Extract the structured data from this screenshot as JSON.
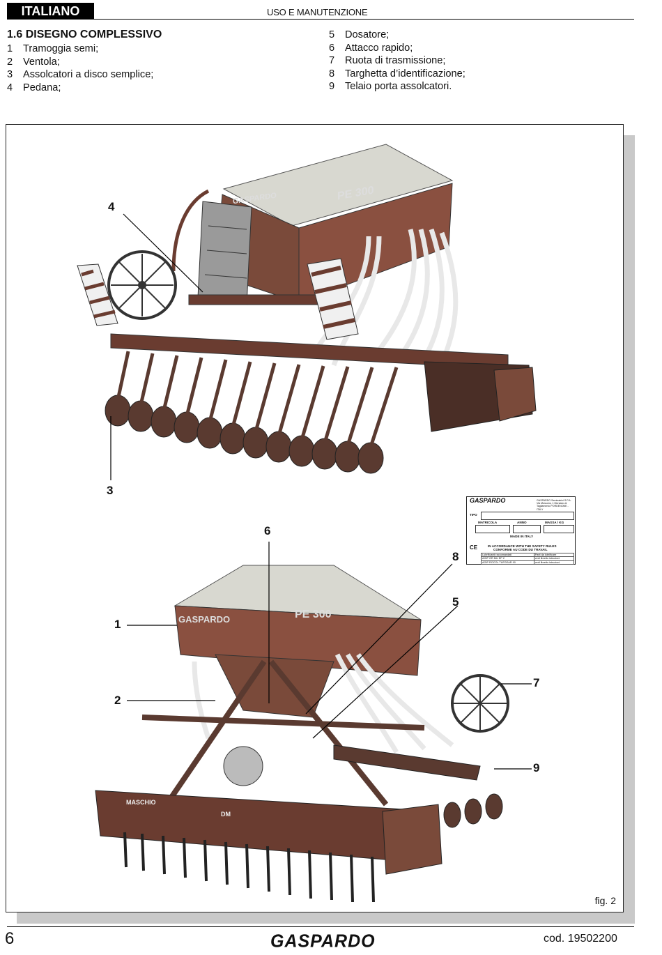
{
  "header": {
    "language_tab": "ITALIANO",
    "title": "USO E MANUTENZIONE"
  },
  "section": {
    "title": "1.6 DISEGNO COMPLESSIVO",
    "parts_left": [
      {
        "num": "1",
        "label": "Tramoggia semi;"
      },
      {
        "num": "2",
        "label": "Ventola;"
      },
      {
        "num": "3",
        "label": "Assolcatori a disco semplice;"
      },
      {
        "num": "4",
        "label": "Pedana;"
      }
    ],
    "parts_right": [
      {
        "num": "5",
        "label": "Dosatore;"
      },
      {
        "num": "6",
        "label": "Attacco rapido;"
      },
      {
        "num": "7",
        "label": "Ruota di trasmissione;"
      },
      {
        "num": "8",
        "label": "Targhetta d’identificazione;"
      },
      {
        "num": "9",
        "label": "Telaio porta assolcatori."
      }
    ]
  },
  "figure": {
    "label": "fig. 2",
    "callouts": [
      "4",
      "3",
      "6",
      "8",
      "5",
      "1",
      "7",
      "2",
      "9"
    ],
    "machine_top": {
      "brand": "GASPARDO",
      "model": "PE 300"
    },
    "machine_bottom": {
      "brand": "GASPARDO",
      "model": "PE 300",
      "harrow_brand": "MASCHIO",
      "harrow_model": "DM"
    },
    "plate": {
      "brand": "GASPARDO",
      "address": "GASPARDO Seminatrici S.P.A. Via Mussons, 1 Morsano al Tagliamento PORDENONE - ITALY",
      "tipo": "TIPO",
      "matricola": "MATRICOLA",
      "anno": "ANNO",
      "massa": "MASSA / KG",
      "made_in": "MADE IN ITALY",
      "ce": "CE",
      "safety_1": "IN ACCORDANCE WITH THE SAFETY RULES",
      "safety_2": "CONFORME AU CODE DU TRAVAIL",
      "lub_1": "Lubrificanti raccomandati",
      "lub_2": "AGIP GR MU EP 2",
      "lub_3": "AGIP ROCOL TUFGEAR 90",
      "parts_1": "Parti da lubrificare",
      "parts_2": "vedi libretto istruzioni",
      "parts_3": "vedi libretto istruzioni"
    }
  },
  "footer": {
    "page_number": "6",
    "brand": "GASPARDO",
    "code": "cod. 19502200"
  }
}
